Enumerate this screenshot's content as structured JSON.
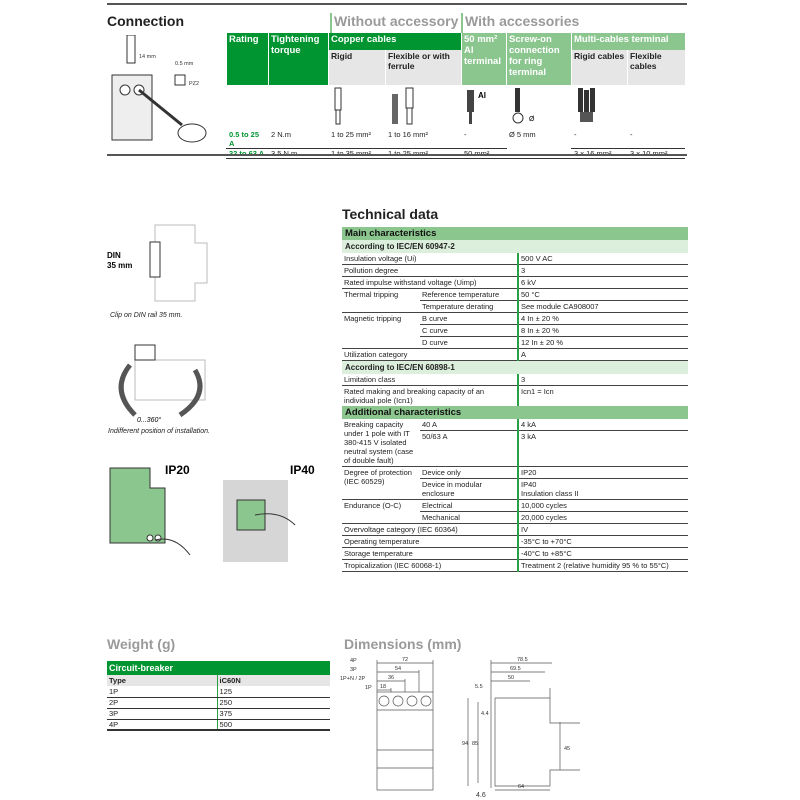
{
  "connection": {
    "title": "Connection",
    "group_without": "Without accessory",
    "group_with": "With accessories",
    "headers": {
      "rating": "Rating",
      "torque": "Tightening torque",
      "copper": "Copper cables",
      "rigid": "Rigid",
      "flexible": "Flexible or with ferrule",
      "al": "50 mm² Al terminal",
      "screw": "Screw-on connection for ring terminal",
      "multi": "Multi-cables terminal",
      "multi_rigid": "Rigid cables",
      "multi_flexible": "Flexible cables"
    },
    "illustration_labels": {
      "length": "14 mm",
      "gap": "0.5 mm",
      "screwdriver": "PZ2",
      "al": "Al",
      "diameter": "Ø"
    },
    "rows": [
      {
        "rating": "0.5 to 25 A",
        "torque": "2 N.m",
        "rigid": "1 to 25 mm²",
        "flexible": "1 to 16 mm²",
        "al": "-",
        "screw": "Ø 5 mm",
        "multi_rigid": "-",
        "multi_flexible": "-"
      },
      {
        "rating": "32 to 63 A",
        "torque": "3.5 N.m",
        "rigid": "1 to 35 mm²",
        "flexible": "1 to 25 mm²",
        "al": "50 mm²",
        "screw": "",
        "multi_rigid": "3 x 16 mm²",
        "multi_flexible": "3 x 10 mm²"
      }
    ]
  },
  "installation": {
    "din_label": "DIN",
    "din_size": "35 mm",
    "din_caption": "Clip on DIN rail 35 mm.",
    "rotation_label": "0...360°",
    "rotation_caption": "Indifferent position of installation.",
    "ip20": "IP20",
    "ip40": "IP40"
  },
  "technical": {
    "title": "Technical data",
    "main": "Main characteristics",
    "std1": "According to IEC/EN 60947-2",
    "insulation": [
      "Insulation voltage (Ui)",
      "500 V AC"
    ],
    "pollution": [
      "Pollution degree",
      "3"
    ],
    "impulse": [
      "Rated impulse withstand voltage (Uimp)",
      "6 kV"
    ],
    "thermal": {
      "label": "Thermal tripping",
      "ref": [
        "Reference temperature",
        "50 °C"
      ],
      "derating": [
        "Temperature derating",
        "See module CA908007"
      ]
    },
    "magnetic": {
      "label": "Magnetic tripping",
      "b": [
        "B curve",
        "4 In ± 20 %"
      ],
      "c": [
        "C curve",
        "8 In ± 20 %"
      ],
      "d": [
        "D curve",
        "12 In ± 20 %"
      ]
    },
    "utilization": [
      "Utilization category",
      "A"
    ],
    "std2": "According to IEC/EN 60898-1",
    "limitation": [
      "Limitation class",
      "3"
    ],
    "icn1": [
      "Rated making and breaking capacity of an individual pole (Icn1)",
      "Icn1 = Icn"
    ],
    "additional": "Additional characteristics",
    "breaking": {
      "label": "Breaking capacity under 1 pole with IT 380-415 V isolated neutral system (case of double fault)",
      "r40": [
        "40 A",
        "4 kA"
      ],
      "r63": [
        "50/63 A",
        "3 kA"
      ]
    },
    "protection": {
      "label": "Degree of protection (IEC 60529)",
      "device": [
        "Device only",
        "IP20"
      ],
      "enclosure": [
        "Device in modular enclosure",
        "IP40",
        "Insulation class II"
      ]
    },
    "endurance": {
      "label": "Endurance (O-C)",
      "electrical": [
        "Electrical",
        "10,000 cycles"
      ],
      "mechanical": [
        "Mechanical",
        "20,000 cycles"
      ]
    },
    "overvoltage": [
      "Overvoltage category (IEC 60364)",
      "IV"
    ],
    "operating": [
      "Operating temperature",
      "-35°C to +70°C"
    ],
    "storage": [
      "Storage temperature",
      "-40°C to +85°C"
    ],
    "tropicalization": [
      "Tropicalization (IEC 60068-1)",
      "Treatment 2 (relative humidity 95 % to 55°C)"
    ]
  },
  "weight": {
    "title": "Weight (g)",
    "header": "Circuit-breaker",
    "col_type": "Type",
    "col_model": "iC60N",
    "rows": [
      {
        "type": "1P",
        "value": "125"
      },
      {
        "type": "2P",
        "value": "250"
      },
      {
        "type": "3P",
        "value": "375"
      },
      {
        "type": "4P",
        "value": "500"
      }
    ]
  },
  "dimensions": {
    "title": "Dimensions (mm)",
    "front": {
      "p4": "4P",
      "w4": "72",
      "p3": "3P",
      "w3": "54",
      "p2": "1P+N / 2P",
      "w2": "36",
      "p1": "1P",
      "w1": "18"
    },
    "side": {
      "d1": "78.5",
      "d2": "69.5",
      "d3": "50",
      "d4": "5.5",
      "d5": "4.4",
      "h1": "94",
      "h2": "85",
      "h3": "45",
      "b1": "4.6",
      "b2": "64"
    }
  },
  "colors": {
    "dark_green": "#009530",
    "light_green": "#8cc68f",
    "pale_green": "#dcefdc",
    "heading_gray": "#9a9a9a"
  }
}
